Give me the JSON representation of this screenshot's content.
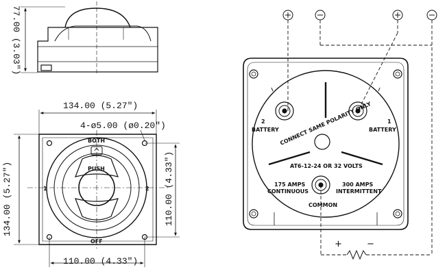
{
  "side_view": {
    "height_dim": "77.00 (3.03\")"
  },
  "front_view": {
    "width_dim": "134.00 (5.27\")",
    "hole_dim": "4-ø5.00 (ø0.20\")",
    "height_dim": "134.00 (5.27\")",
    "hole_spacing_v": "110.00 (4.33\")",
    "hole_spacing_h": "110.00 (4.33\")",
    "label_both": "BOTH",
    "label_push": "PUSH",
    "label_off": "OFF",
    "label_pos1": "1",
    "label_pos2": "2"
  },
  "rear_view": {
    "terminal2_num": "2",
    "terminal2_label": "BATTERY",
    "terminal1_num": "1",
    "terminal1_label": "BATTERY",
    "polarity_text": "CONNECT SAME POLARITY ONLY",
    "voltage_text": "AT6-12-24 OR 32 VOLTS",
    "amps_continuous_value": "175 AMPS",
    "amps_continuous_label": "CONTINUOUS",
    "amps_intermittent_value": "300 AMPS",
    "amps_intermittent_label": "INTERMITTENT",
    "common_label": "COMMON",
    "load_plus": "+",
    "load_minus": "−"
  },
  "colors": {
    "line": "#111111",
    "background": "#ffffff"
  }
}
